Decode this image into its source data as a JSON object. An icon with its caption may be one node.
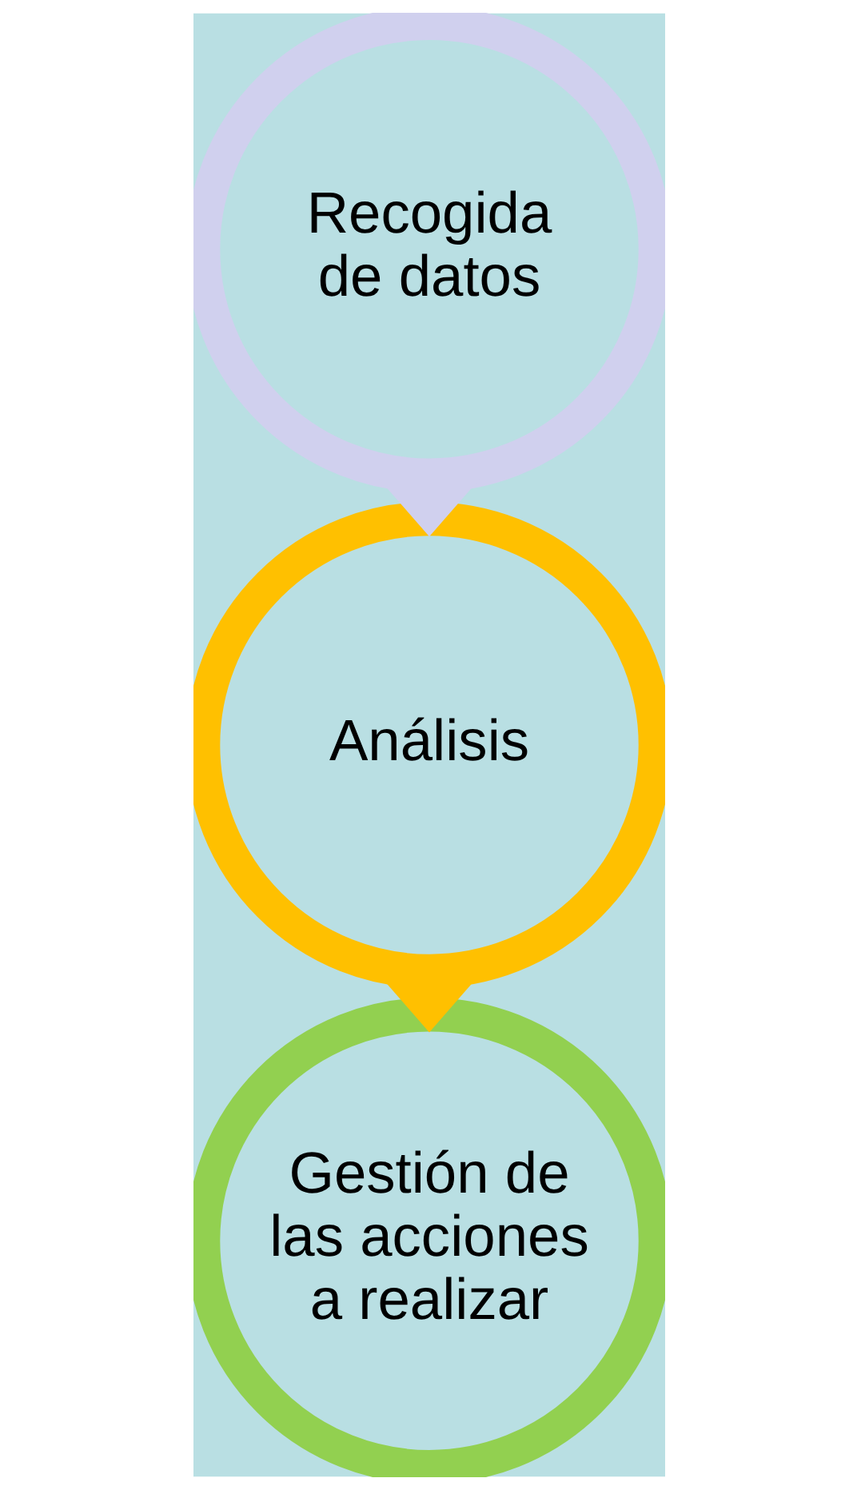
{
  "diagram": {
    "nodes": [
      {
        "text": [
          "Recogida de datos"
        ]
      },
      {
        "text": [
          "Análisis"
        ]
      },
      {
        "text": [
          "Gestión de las acciones a realizar"
        ]
      }
    ],
    "edges": [
      {
        "from": 0,
        "to": 1,
        "arrow": "to"
      },
      {
        "from": 1,
        "to": 2,
        "arrow": "to"
      }
    ]
  }
}
